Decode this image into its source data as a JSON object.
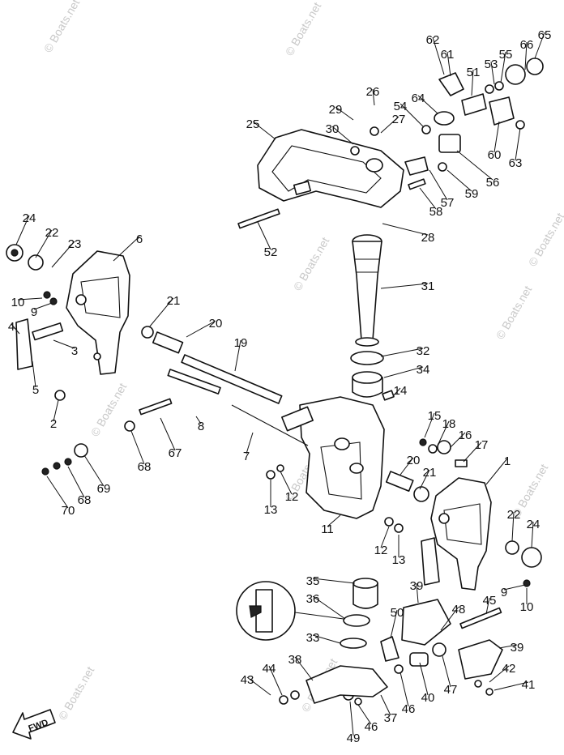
{
  "watermark": "© Boats.net",
  "fwd_label": "FWD",
  "labels": [
    "62",
    "61",
    "53",
    "55",
    "66",
    "65",
    "51",
    "64",
    "60",
    "63",
    "29",
    "26",
    "54",
    "27",
    "30",
    "25",
    "56",
    "59",
    "57",
    "58",
    "52",
    "28",
    "24",
    "22",
    "23",
    "6",
    "10",
    "9",
    "4",
    "3",
    "5",
    "2",
    "21",
    "20",
    "19",
    "31",
    "32",
    "34",
    "14",
    "8",
    "67",
    "68",
    "69",
    "70",
    "68",
    "7",
    "15",
    "18",
    "16",
    "17",
    "20",
    "21",
    "1",
    "12",
    "13",
    "11",
    "12",
    "13",
    "22",
    "24",
    "9",
    "10",
    "35",
    "36",
    "33",
    "39",
    "50",
    "48",
    "45",
    "39",
    "38",
    "44",
    "43",
    "46",
    "40",
    "47",
    "42",
    "41",
    "37",
    "46",
    "49"
  ]
}
